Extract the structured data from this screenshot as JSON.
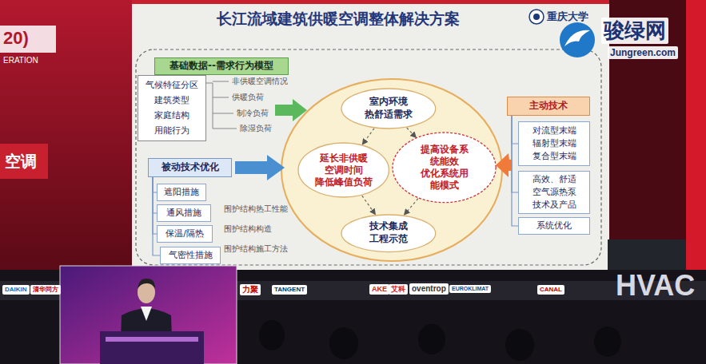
{
  "diagram": {
    "title": "长江流域建筑供暖空调整体解决方案",
    "nodes": [
      {
        "text": [
          "基础数据--需求行为模型"
        ]
      },
      {
        "text": [
          "气候特征分区 建筑类型 家庭结构 用能行为"
        ]
      },
      {
        "text": [
          "被动技术优化"
        ]
      },
      {
        "text": [
          "遮阳措施"
        ]
      },
      {
        "text": [
          "通风措施"
        ]
      },
      {
        "text": [
          "保温/隔热"
        ]
      },
      {
        "text": [
          "气密性措施"
        ]
      },
      {
        "text": [
          "室内环境 热舒适需求"
        ]
      },
      {
        "text": [
          "延长非供暖 空调时间 降低峰值负荷"
        ]
      },
      {
        "text": [
          "提高设备系 统能效 优化系统用 能模式"
        ]
      },
      {
        "text": [
          "技术集成 工程示范"
        ]
      },
      {
        "text": [
          "主动技术"
        ]
      },
      {
        "text": [
          "对流型末端 辐射型末端 复合型末端"
        ]
      },
      {
        "text": [
          "高效、舒适 空气源热泵 技术及产品"
        ]
      },
      {
        "text": [
          "系统优化"
        ]
      }
    ],
    "edges": [
      {
        "from": 7,
        "to": 8,
        "arrow": "to"
      },
      {
        "from": 7,
        "to": 9,
        "arrow": "to"
      },
      {
        "from": 8,
        "to": 10,
        "arrow": "to"
      },
      {
        "from": 9,
        "to": 10,
        "arrow": "to"
      },
      {
        "from": 2,
        "to": 3,
        "arrow": "none"
      },
      {
        "from": 2,
        "to": 4,
        "arrow": "none"
      },
      {
        "from": 2,
        "to": 5,
        "arrow": "none"
      },
      {
        "from": 2,
        "to": 6,
        "arrow": "none"
      },
      {
        "from": 11,
        "to": 12,
        "arrow": "none"
      },
      {
        "from": 11,
        "to": 13,
        "arrow": "none"
      },
      {
        "from": 11,
        "to": 14,
        "arrow": "none"
      }
    ],
    "labels": [
      "重庆大学",
      "非供暖空调情况",
      "供暖负荷",
      "制冷负荷",
      "除湿负荷",
      "围护结构热工性能",
      "围护结构构造",
      "围护结构施工方法",
      "骏绿网",
      "Jungreen.com",
      "20)",
      "ERATION",
      "空调",
      "HVAC",
      "DAIKIN",
      "清华同方",
      "力聚",
      "TANGENT",
      "AKE",
      "艾科",
      "oventrop",
      "EUROKLIMAT",
      "CANAL"
    ]
  }
}
